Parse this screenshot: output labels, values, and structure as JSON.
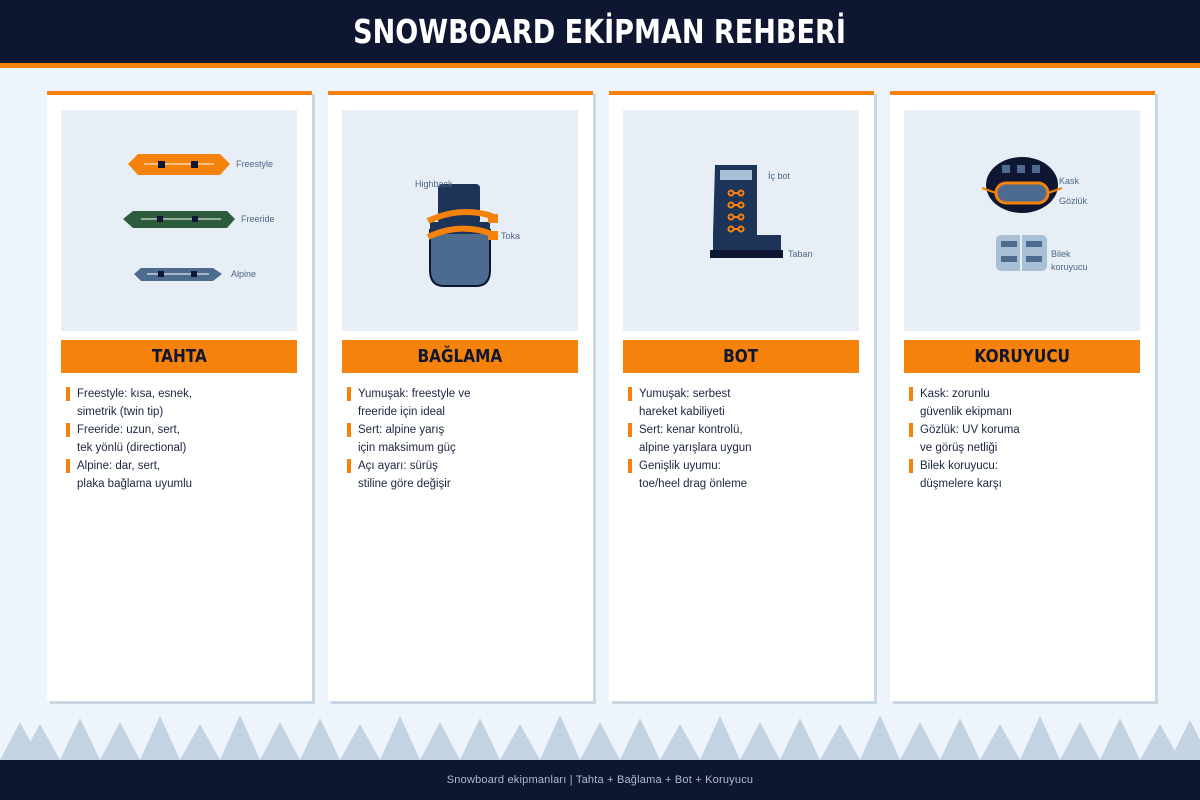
{
  "header": {
    "title": "SNOWBOARD EKİPMAN REHBERİ"
  },
  "colors": {
    "navy": "#0e1631",
    "orange": "#f5820a",
    "light_bg": "#eef4fb",
    "panel": "#e7eef5",
    "steel": "#4d6786"
  },
  "cards": [
    {
      "title": "TAHTA",
      "illustration": {
        "icon": "snowboard-types",
        "labels": [
          "Freestyle",
          "Freeride",
          "Alpine"
        ]
      },
      "items": [
        {
          "line1": "Freestyle: kısa, esnek,",
          "line2": "simetrik (twin tip)"
        },
        {
          "line1": "Freeride: uzun, sert,",
          "line2": "tek yönlü (directional)"
        },
        {
          "line1": "Alpine: dar, sert,",
          "line2": "plaka bağlama uyumlu"
        }
      ]
    },
    {
      "title": "BAĞLAMA",
      "illustration": {
        "icon": "binding",
        "labels": [
          "Highback",
          "Toka"
        ]
      },
      "items": [
        {
          "line1": "Yumuşak: freestyle ve",
          "line2": "freeride için ideal"
        },
        {
          "line1": "Sert: alpine yarış",
          "line2": "için maksimum güç"
        },
        {
          "line1": "Açı ayarı: sürüş",
          "line2": "stiline göre değişir"
        }
      ]
    },
    {
      "title": "BOT",
      "illustration": {
        "icon": "boot",
        "labels": [
          "İç bot",
          "Taban"
        ]
      },
      "items": [
        {
          "line1": "Yumuşak: serbest",
          "line2": "hareket kabiliyeti"
        },
        {
          "line1": "Sert: kenar kontrolü,",
          "line2": "alpine yarışlara uygun"
        },
        {
          "line1": "Genişlik uyumu:",
          "line2": "toe/heel drag önleme"
        }
      ]
    },
    {
      "title": "KORUYUCU",
      "illustration": {
        "icon": "protective-gear",
        "labels": [
          "Kask",
          "Gözlük",
          "Bilek",
          "koruyucu"
        ]
      },
      "items": [
        {
          "line1": "Kask: zorunlu",
          "line2": "güvenlik ekipmanı"
        },
        {
          "line1": "Gözlük: UV koruma",
          "line2": "ve görüş netliği"
        },
        {
          "line1": "Bilek koruyucu:",
          "line2": "düşmelere karşı"
        }
      ]
    }
  ],
  "footer": {
    "text": "Snowboard ekipmanları  |  Tahta + Bağlama + Bot + Koruyucu"
  }
}
